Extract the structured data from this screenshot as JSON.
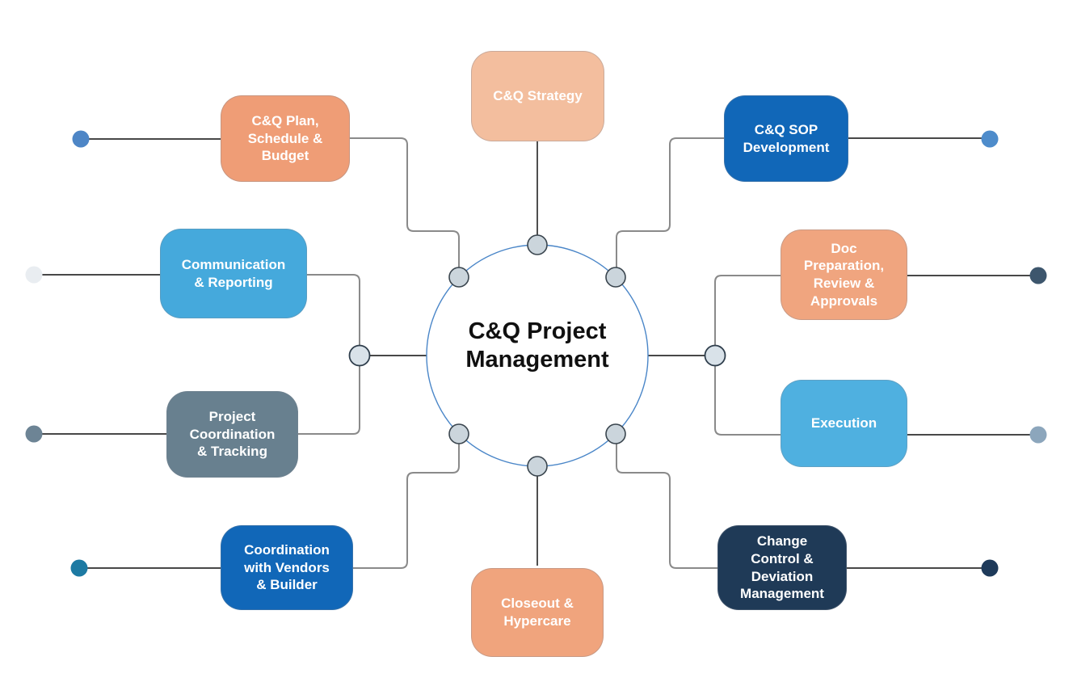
{
  "diagram": {
    "center": {
      "label": "C&Q Project\nManagement",
      "circle_fill": "#ffffff",
      "circle_border": "#4a86c8",
      "text_color": "#101010"
    },
    "nodes": {
      "strategy": {
        "label": "C&Q Strategy",
        "color": "#F3BE9E"
      },
      "plan": {
        "label": "C&Q Plan,\nSchedule &\nBudget",
        "color": "#EF9D76"
      },
      "sop": {
        "label": "C&Q SOP\nDevelopment",
        "color": "#1167B8"
      },
      "communication": {
        "label": "Communication\n& Reporting",
        "color": "#45A9DC"
      },
      "docprep": {
        "label": "Doc\nPreparation,\nReview &\nApprovals",
        "color": "#F0A57F"
      },
      "coordination": {
        "label": "Project\nCoordination\n& Tracking",
        "color": "#68808F"
      },
      "execution": {
        "label": "Execution",
        "color": "#4FB0E0"
      },
      "vendors": {
        "label": "Coordination\nwith Vendors\n& Builder",
        "color": "#1167B8"
      },
      "change": {
        "label": "Change\nControl &\nDeviation\nManagement",
        "color": "#1F3A57"
      },
      "closeout": {
        "label": "Closeout &\nHypercare",
        "color": "#F0A47D"
      }
    },
    "connector_dot": {
      "fill": "#CBD5DC",
      "stroke": "#3A454E"
    },
    "junction_dot": {
      "fill": "#D9E2E9",
      "stroke": "#2F3E4C"
    },
    "endpoint_dots": {
      "left_top": "#4E86C6",
      "left_mid": "#E9EDF1",
      "left_lower": "#6D8495",
      "left_bottom": "#1D7AA3",
      "right_top": "#4E8CCB",
      "right_mid": "#3D566D",
      "right_lower": "#8CA6BC",
      "right_bottom": "#1E3A5A"
    }
  }
}
